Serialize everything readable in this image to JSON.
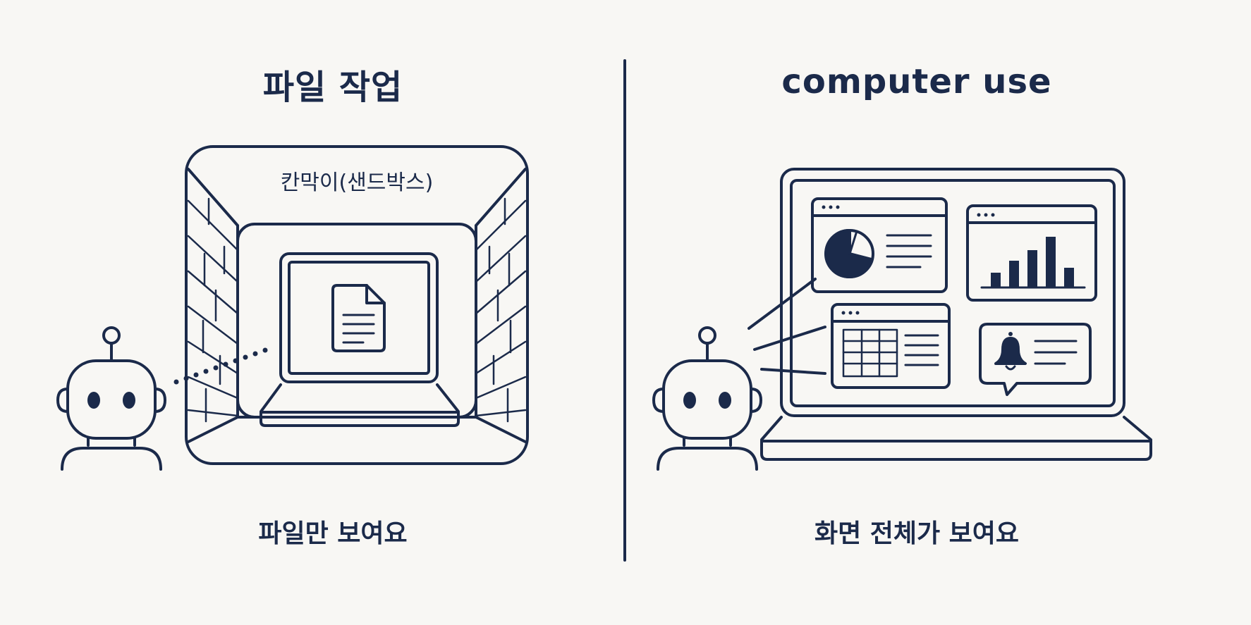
{
  "left_panel": {
    "title": "파일 작업",
    "sandbox_label": "칸막이(샌드박스)",
    "caption": "파일만 보여요"
  },
  "right_panel": {
    "title": "computer use",
    "caption": "화면 전체가 보여요"
  },
  "colors": {
    "ink": "#1b2a4a",
    "background": "#f8f7f4"
  },
  "icons": [
    "robot-icon",
    "document-icon",
    "pie-chart-icon",
    "bar-chart-icon",
    "spreadsheet-icon",
    "bell-icon",
    "laptop-icon"
  ]
}
